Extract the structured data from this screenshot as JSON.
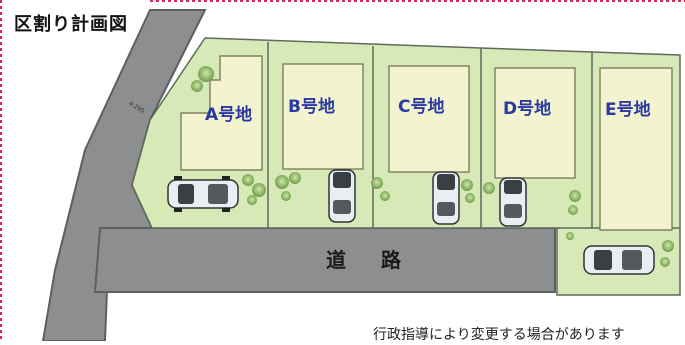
{
  "map": {
    "title": "区割り計画図",
    "road_label": "道 路",
    "road_width": "4.295",
    "note": "行政指導により変更する場合があります",
    "lots": [
      {
        "id": "A",
        "label": "A号地"
      },
      {
        "id": "B",
        "label": "B号地"
      },
      {
        "id": "C",
        "label": "C号地"
      },
      {
        "id": "D",
        "label": "D号地"
      },
      {
        "id": "E",
        "label": "E号地"
      }
    ],
    "colors": {
      "road": "#8c8e90",
      "road_edge": "#5d5f61",
      "lot_green": "#d6e9b6",
      "building": "#f4f3cf",
      "label_blue": "#2a3aa0",
      "frame_dash": "#e0285a",
      "tree": "#8fbf63",
      "car": "#e9eef2"
    }
  }
}
